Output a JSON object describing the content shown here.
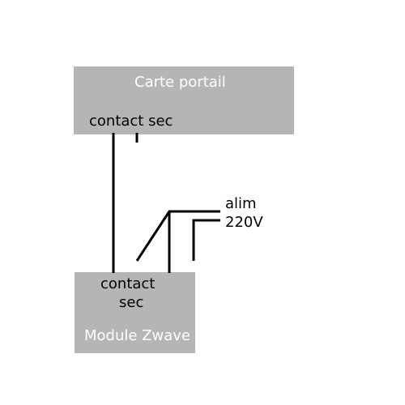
{
  "carte": {
    "title": "Carte portail",
    "contact_label": "contact sec"
  },
  "module": {
    "contact_label_line1": "contact",
    "contact_label_line2": "sec",
    "title": "Module Zwave"
  },
  "power": {
    "label_line1": "alim",
    "label_line2": "220V"
  },
  "colors": {
    "box_fill": "#b5b5b5",
    "box_title_text": "#ffffff",
    "label_text": "#000000",
    "wire": "#000000"
  }
}
